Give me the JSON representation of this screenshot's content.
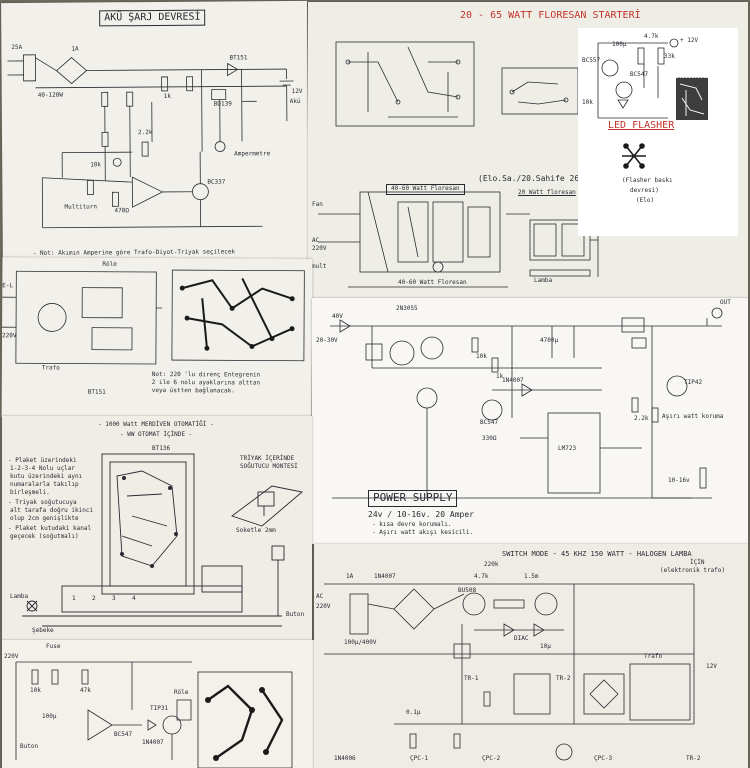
{
  "sheet_aku": {
    "title": "AKÜ ŞARJ DEVRESİ",
    "note": "- Not: Akımın Amperine göre Trafo-Diyot-Triyak seçilecek",
    "labels": [
      "25A",
      "40-120W",
      "1A",
      "12V",
      "Akü",
      "BT151",
      "BC337",
      "BD139",
      "1k",
      "10k",
      "2.2k",
      "470Ω",
      "Multiturn",
      "Ampermetre"
    ]
  },
  "sheet_flourescent": {
    "title": "20 - 65 WATT FLORESAN STARTERİ",
    "subtitle": "(Elo.Sa./20.Sahife 26)",
    "panel_a": "40-60 Watt Floresan",
    "panel_b": "20 Watt floresan",
    "labels": [
      "Fan",
      "mult",
      "AC",
      "220V",
      "Lamba",
      "40-60 Watt Floresan"
    ]
  },
  "sheet_led": {
    "title": "LED FLASHER",
    "caption_1": "(Flasher baskı",
    "caption_2": "devresi)",
    "caption_3": "(Elo)",
    "labels": [
      "+ 12V",
      "BC557",
      "BC547",
      "100μ",
      "4.7k",
      "33k",
      "10k"
    ]
  },
  "sheet_trafo": {
    "note_1": "Not: 220 'lu direnç Entegrenin",
    "note_2": "2 ile 6 nolu ayaklarına alttan",
    "note_3": "veya üstten bağlanacak.",
    "labels": [
      "Trafo",
      "Röle",
      "BT151",
      "E-L",
      "220V"
    ]
  },
  "sheet_power": {
    "title": "POWER SUPPLY",
    "spec": "24v / 10-16v. 20 Amper",
    "feature_1": "- kısa devre korumalı.",
    "feature_2": "- Aşırı watt akışı kesicili.",
    "labels": [
      "40V",
      "20-30V",
      "1N4007",
      "2N3055",
      "LM723",
      "OUT",
      "10-16v",
      "10k",
      "1k",
      "2.2k",
      "330Ω",
      "Aşırı watt koruma",
      "4700μ",
      "BC547",
      "TIP42"
    ]
  },
  "sheet_merdiven": {
    "title": "- 1000 Watt MERDİVEN OTOMATİĞİ -",
    "subtitle": "- WW OTOMAT İÇİNDE -",
    "note_title": "- Plaket üzerindeki",
    "note_lines": [
      "1-2-3-4 Nolu uçlar",
      "kutu üzerindeki aynı",
      "numaralarla takılıp",
      "birleşmeli.",
      "- Triyak soğutucuya",
      "alt tarafa doğru ikinci",
      "olup 2cm genişlikte",
      "- Plaket kutudaki kanal",
      "geçecek (soğutmalı)"
    ],
    "triac_title_1": "TRİYAK İÇERİNDE",
    "triac_title_2": "SOĞUTUCU MONTESİ",
    "labels": [
      "BT136",
      "Lamba",
      "Buton",
      "Şebeke",
      "Soketle 2mm",
      "1",
      "2",
      "3",
      "4"
    ]
  },
  "sheet_timer": {
    "labels": [
      "Fuse",
      "220V",
      "BC547",
      "TIP31",
      "1N4007",
      "10k",
      "47k",
      "100μ",
      "Röle",
      "Buton"
    ]
  },
  "sheet_smps": {
    "title": "SWITCH MODE - 45 KHZ  150 WATT - HALOGEN LAMBA",
    "subtitle_1": "İÇİN",
    "subtitle_2": "(elektronik trafo)",
    "labels": [
      "1A",
      "1N4007",
      "BU508",
      "Trafo",
      "220V",
      "AC",
      "100μ/400V",
      "4.7k",
      "0.1μ",
      "DIAC",
      "TR-1",
      "TR-2",
      "10μ",
      "220k",
      "1.5m",
      "12V"
    ],
    "bottom_labels": [
      "1N4006",
      "ÇPC-1",
      "ÇPC-2",
      "ÇPC-3",
      "TR-2"
    ]
  }
}
